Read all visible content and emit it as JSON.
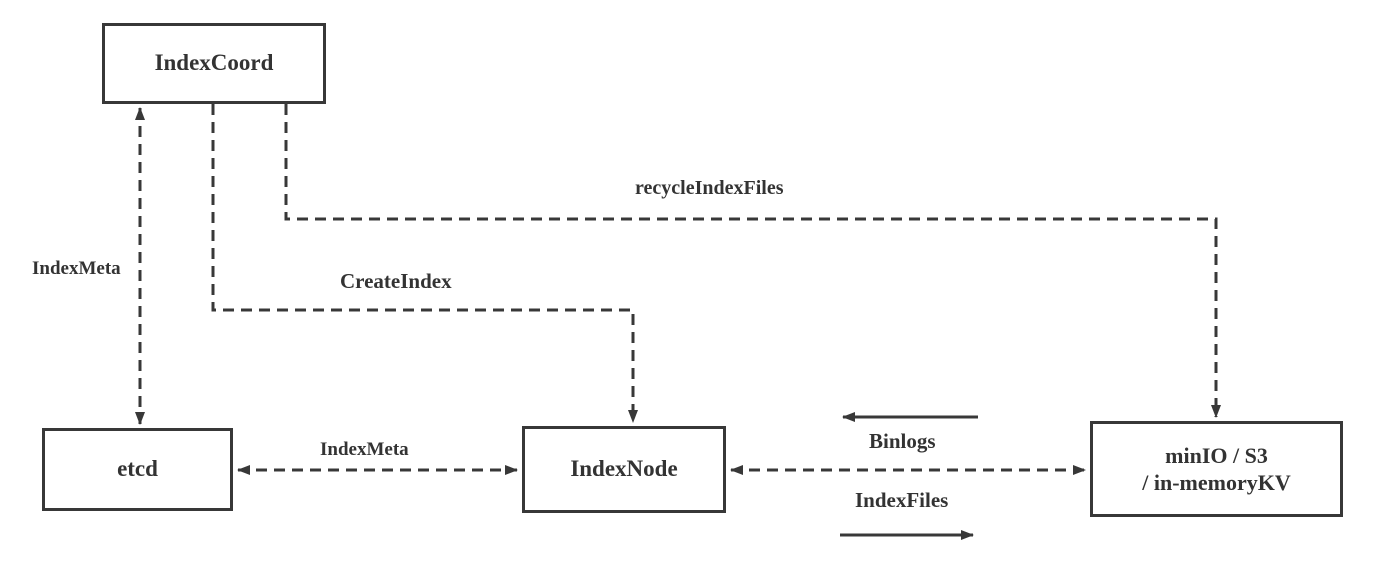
{
  "diagram": {
    "background_color": "#ffffff",
    "stroke_color": "#383838",
    "text_color": "#333333",
    "nodes": {
      "index_coord": {
        "label": "IndexCoord"
      },
      "etcd": {
        "label": "etcd"
      },
      "index_node": {
        "label": "IndexNode"
      },
      "storage": {
        "line1": "minIO / S3",
        "line2": "/ in-memoryKV"
      }
    },
    "edges": {
      "index_meta_left": {
        "label": "IndexMeta",
        "style": "dashed",
        "direction": "both",
        "from": "IndexCoord",
        "to": "etcd"
      },
      "create_index": {
        "label": "CreateIndex",
        "style": "dashed",
        "direction": "forward",
        "from": "IndexCoord",
        "to": "IndexNode"
      },
      "recycle_index_files": {
        "label": "recycleIndexFiles",
        "style": "dashed",
        "direction": "forward",
        "from": "IndexCoord",
        "to": "storage"
      },
      "index_meta_bottom": {
        "label": "IndexMeta",
        "style": "dashed",
        "direction": "both",
        "from": "etcd",
        "to": "IndexNode"
      },
      "node_storage_link": {
        "label": "",
        "style": "dashed",
        "direction": "both",
        "from": "IndexNode",
        "to": "storage"
      },
      "binlogs": {
        "label": "Binlogs",
        "style": "solid",
        "direction": "left"
      },
      "index_files": {
        "label": "IndexFiles",
        "style": "solid",
        "direction": "right"
      }
    }
  }
}
